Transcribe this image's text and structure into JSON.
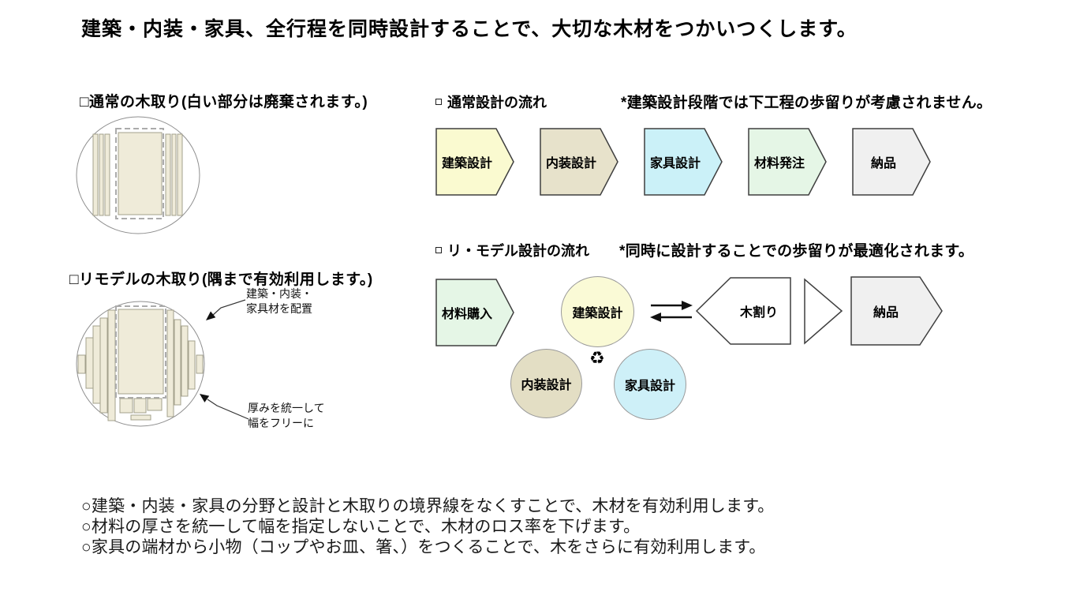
{
  "title": "建築・内装・家具、全行程を同時設計することで、大切な木材をつかいつくします。",
  "colors": {
    "wood": "#EFEBD9",
    "wood_stroke": "#A3A08C",
    "log_outline": "#8F8F8F",
    "dash": "#ABABAB",
    "shape_border": "#3F3F3F"
  },
  "left": {
    "normal": {
      "heading": "□通常の木取り(白い部分は廃棄されます。)"
    },
    "remodel": {
      "heading": "□リモデルの木取り(隅まで有効利用します。)",
      "annotation_top": "建築・内装・\n家具材を配置",
      "annotation_bottom": "厚みを統一して\n幅をフリーに"
    }
  },
  "flow_normal": {
    "heading": "通常設計の流れ",
    "note": "*建築設計段階では下工程の歩留りが考慮されません。",
    "steps": [
      {
        "label": "建築設計",
        "color": "#FAFAD0"
      },
      {
        "label": "内装設計",
        "color": "#E7E2CB"
      },
      {
        "label": "家具設計",
        "color": "#CBF1F8"
      },
      {
        "label": "材料発注",
        "color": "#E5F6E6"
      },
      {
        "label": "納品",
        "color": "#F0F0F0"
      }
    ]
  },
  "flow_remodel": {
    "heading": "リ・モデル設計の流れ",
    "note": "*同時に設計することでの歩留りが最適化されます。",
    "purchase": {
      "label": "材料購入",
      "color": "#E5F6E6"
    },
    "circles": [
      {
        "label": "建築設計",
        "color": "#FAFAD6"
      },
      {
        "label": "内装設計",
        "color": "#E3DEC4"
      },
      {
        "label": "家具設計",
        "color": "#CEF0F8"
      }
    ],
    "recycle_icon": "♻",
    "kiwari": {
      "label": "木割り",
      "color": "#FFFFFF"
    },
    "delivery": {
      "label": "納品",
      "color": "#F0F0F0"
    }
  },
  "footnotes": [
    "○建築・内装・家具の分野と設計と木取りの境界線をなくすことで、木材を有効利用します。",
    "○材料の厚さを統一して幅を指定しないことで、木材のロス率を下げます。",
    "○家具の端材から小物（コップやお皿、箸、）をつくることで、木をさらに有効利用します。"
  ]
}
